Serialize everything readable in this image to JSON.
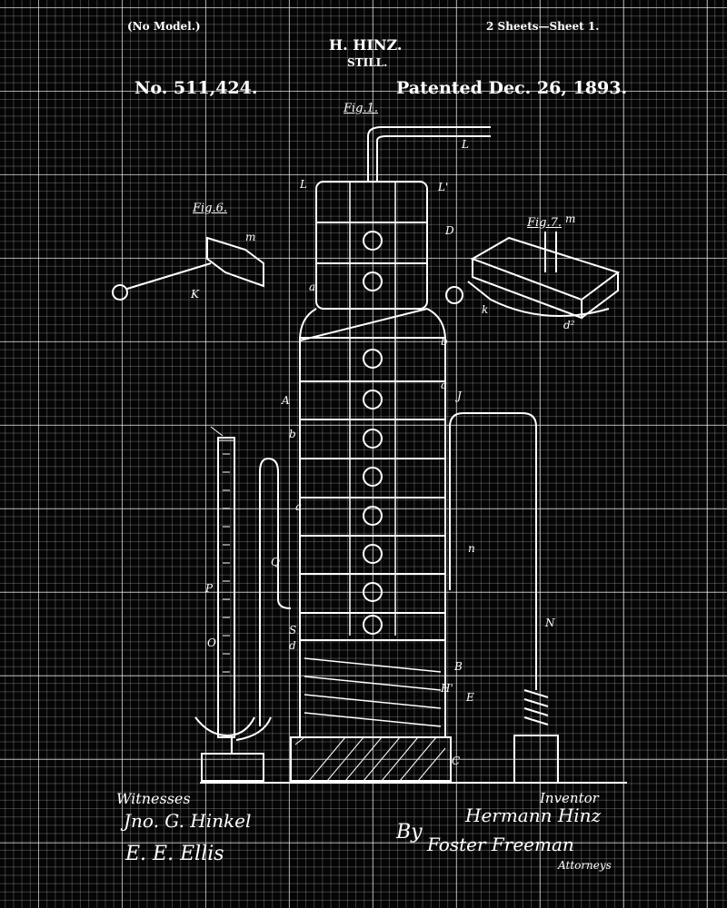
{
  "header": {
    "model_note": "(No Model.)",
    "sheets": "2 Sheets—Sheet 1.",
    "inventor_name": "H. HINZ.",
    "title": "STILL.",
    "patent_number": "No. 511,424.",
    "patent_date": "Patented Dec. 26, 1893."
  },
  "figures": {
    "fig1": "Fig.1.",
    "fig6": "Fig.6.",
    "fig7": "Fig.7."
  },
  "footer": {
    "witnesses_label": "Witnesses",
    "witness1": "Jno. G. Hinkel",
    "witness2": "E. E. Ellis",
    "inventor_label": "Inventor",
    "inventor_signature": "Hermann Hinz",
    "by": "By",
    "attorney_signature": "Foster Freeman",
    "attorneys_label": "Attorneys"
  },
  "colors": {
    "background": "#050505",
    "ink": "#ffffff"
  }
}
